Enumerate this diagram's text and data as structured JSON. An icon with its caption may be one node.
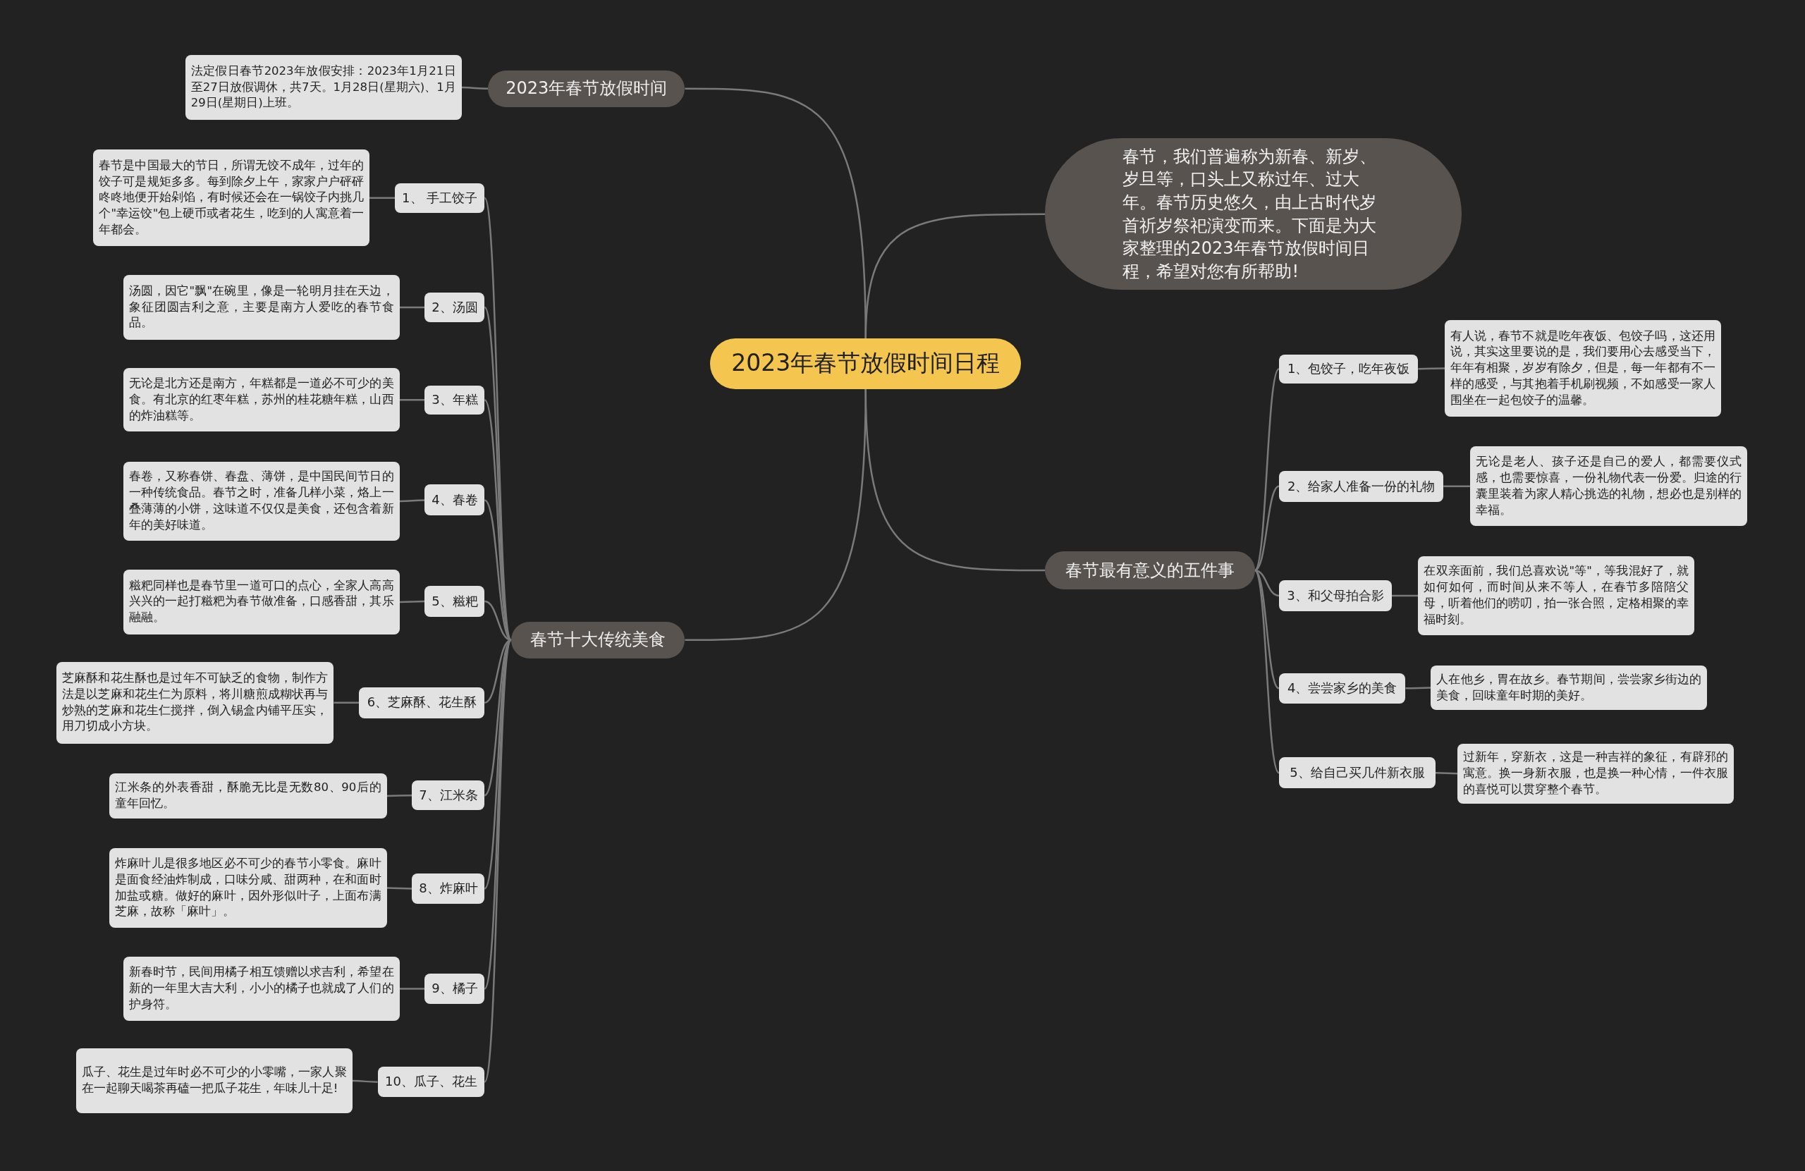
{
  "diagram": {
    "nodes": [
      {
        "text": [
          "2023年春节放假时间日程"
        ]
      },
      {
        "text": [
          "2023年春节放假时间"
        ]
      },
      {
        "text": [
          "法定假日春节2023年放假安排：2023年1月21日至27日放假调休，共7天。1月28日(星期六)、1月29日(星期日)上班。"
        ]
      },
      {
        "text": [
          "春节，我们普遍称为新春、新岁、岁旦等，口头上又称过年、过大年。春节历史悠久，由上古时代岁首祈岁祭祀演变而来。下面是为大家整理的2023年春节放假时间日程，希望对您有所帮助!"
        ]
      },
      {
        "text": [
          "春节十大传统美食"
        ]
      },
      {
        "text": [
          "1、 手工饺子"
        ]
      },
      {
        "text": [
          "春节是中国最大的节日，所谓无饺不成年，过年的饺子可是规矩多多。每到除夕上午，家家户户砰砰咚咚地便开始剁馅，有时候还会在一锅饺子内挑几个\"幸运饺\"包上硬币或者花生，吃到的人寓意着一年都会。"
        ]
      },
      {
        "text": [
          "2、汤圆"
        ]
      },
      {
        "text": [
          "汤圆，因它\"飘\"在碗里，像是一轮明月挂在天边，象征团圆吉利之意，主要是南方人爱吃的春节食品。"
        ]
      },
      {
        "text": [
          "3、年糕"
        ]
      },
      {
        "text": [
          "无论是北方还是南方，年糕都是一道必不可少的美食。有北京的红枣年糕，苏州的桂花糖年糕，山西的炸油糕等。"
        ]
      },
      {
        "text": [
          "4、春卷"
        ]
      },
      {
        "text": [
          "春卷，又称春饼、春盘、薄饼，是中国民间节日的一种传统食品。春节之时，准备几样小菜，烙上一叠薄薄的小饼，这味道不仅仅是美食，还包含着新年的美好味道。"
        ]
      },
      {
        "text": [
          "5、糍粑"
        ]
      },
      {
        "text": [
          "糍粑同样也是春节里一道可口的点心，全家人高高兴兴的一起打糍粑为春节做准备，口感香甜，其乐融融。"
        ]
      },
      {
        "text": [
          "6、芝麻酥、花生酥"
        ]
      },
      {
        "text": [
          "芝麻酥和花生酥也是过年不可缺乏的食物，制作方法是以芝麻和花生仁为原料，将川糖煎成糊状再与炒熟的芝麻和花生仁搅拌，倒入锡盒内铺平压实，用刀切成小方块。"
        ]
      },
      {
        "text": [
          "7、江米条"
        ]
      },
      {
        "text": [
          "江米条的外表香甜，酥脆无比是无数80、90后的童年回忆。"
        ]
      },
      {
        "text": [
          "8、炸麻叶"
        ]
      },
      {
        "text": [
          "炸麻叶儿是很多地区必不可少的春节小零食。麻叶是面食经油炸制成，口味分咸、甜两种，在和面时加盐或糖。做好的麻叶，因外形似叶子，上面布满芝麻，故称「麻叶」。"
        ]
      },
      {
        "text": [
          "9、橘子"
        ]
      },
      {
        "text": [
          "新春时节，民间用橘子相互馈赠以求吉利，希望在新的一年里大吉大利，小小的橘子也就成了人们的护身符。"
        ]
      },
      {
        "text": [
          "10、瓜子、花生"
        ]
      },
      {
        "text": [
          "瓜子、花生是过年时必不可少的小零嘴，一家人聚在一起聊天喝茶再磕一把瓜子花生，年味儿十足!"
        ]
      },
      {
        "text": [
          "春节最有意义的五件事"
        ]
      },
      {
        "text": [
          "1、包饺子，吃年夜饭"
        ]
      },
      {
        "text": [
          "有人说，春节不就是吃年夜饭、包饺子吗，这还用说，其实这里要说的是，我们要用心去感受当下，年年有相聚，岁岁有除夕，但是，每一年都有不一样的感受，与其抱着手机刷视频，不如感受一家人围坐在一起包饺子的温馨。"
        ]
      },
      {
        "text": [
          "2、给家人准备一份的礼物"
        ]
      },
      {
        "text": [
          "无论是老人、孩子还是自己的爱人，都需要仪式感，也需要惊喜，一份礼物代表一份爱。归途的行囊里装着为家人精心挑选的礼物，想必也是别样的幸福。"
        ]
      },
      {
        "text": [
          "3、和父母拍合影"
        ]
      },
      {
        "text": [
          "在双亲面前，我们总喜欢说\"等\"，等我混好了，就如何如何，而时间从来不等人，在春节多陪陪父母，听着他们的唠叨，拍一张合照，定格相聚的幸福时刻。"
        ]
      },
      {
        "text": [
          "4、尝尝家乡的美食"
        ]
      },
      {
        "text": [
          "人在他乡，胃在故乡。春节期间，尝尝家乡街边的美食，回味童年时期的美好。"
        ]
      },
      {
        "text": [
          "5、给自己买几件新衣服"
        ]
      },
      {
        "text": [
          "过新年，穿新衣，这是一种吉祥的象征，有辟邪的寓意。换一身新衣服，也是换一种心情，一件衣服的喜悦可以贯穿整个春节。"
        ]
      }
    ],
    "edges": [
      {
        "from": 0,
        "to": 1,
        "arrow": "none"
      },
      {
        "from": 1,
        "to": 2,
        "arrow": "none"
      },
      {
        "from": 0,
        "to": 3,
        "arrow": "none"
      },
      {
        "from": 0,
        "to": 4,
        "arrow": "none"
      },
      {
        "from": 4,
        "to": 5,
        "arrow": "none"
      },
      {
        "from": 5,
        "to": 6,
        "arrow": "none"
      },
      {
        "from": 4,
        "to": 7,
        "arrow": "none"
      },
      {
        "from": 7,
        "to": 8,
        "arrow": "none"
      },
      {
        "from": 4,
        "to": 9,
        "arrow": "none"
      },
      {
        "from": 9,
        "to": 10,
        "arrow": "none"
      },
      {
        "from": 4,
        "to": 11,
        "arrow": "none"
      },
      {
        "from": 11,
        "to": 12,
        "arrow": "none"
      },
      {
        "from": 4,
        "to": 13,
        "arrow": "none"
      },
      {
        "from": 13,
        "to": 14,
        "arrow": "none"
      },
      {
        "from": 4,
        "to": 15,
        "arrow": "none"
      },
      {
        "from": 15,
        "to": 16,
        "arrow": "none"
      },
      {
        "from": 4,
        "to": 17,
        "arrow": "none"
      },
      {
        "from": 17,
        "to": 18,
        "arrow": "none"
      },
      {
        "from": 4,
        "to": 19,
        "arrow": "none"
      },
      {
        "from": 19,
        "to": 20,
        "arrow": "none"
      },
      {
        "from": 4,
        "to": 21,
        "arrow": "none"
      },
      {
        "from": 21,
        "to": 22,
        "arrow": "none"
      },
      {
        "from": 4,
        "to": 23,
        "arrow": "none"
      },
      {
        "from": 23,
        "to": 24,
        "arrow": "none"
      },
      {
        "from": 0,
        "to": 25,
        "arrow": "none"
      },
      {
        "from": 25,
        "to": 26,
        "arrow": "none"
      },
      {
        "from": 26,
        "to": 27,
        "arrow": "none"
      },
      {
        "from": 25,
        "to": 28,
        "arrow": "none"
      },
      {
        "from": 28,
        "to": 29,
        "arrow": "none"
      },
      {
        "from": 25,
        "to": 30,
        "arrow": "none"
      },
      {
        "from": 30,
        "to": 31,
        "arrow": "none"
      },
      {
        "from": 25,
        "to": 32,
        "arrow": "none"
      },
      {
        "from": 32,
        "to": 33,
        "arrow": "none"
      },
      {
        "from": 25,
        "to": 34,
        "arrow": "none"
      },
      {
        "from": 34,
        "to": 35,
        "arrow": "none"
      }
    ]
  }
}
